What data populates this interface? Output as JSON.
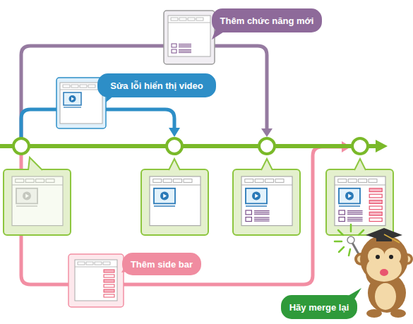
{
  "diagram": {
    "nodes": [
      {
        "text": [
          "Thêm chức năng mới"
        ]
      },
      {
        "text": [
          "Sửa lỗi hiển thị video"
        ]
      },
      {
        "text": [
          "Thêm side bar"
        ]
      },
      {
        "text": [
          "Hãy merge lại"
        ]
      }
    ]
  }
}
